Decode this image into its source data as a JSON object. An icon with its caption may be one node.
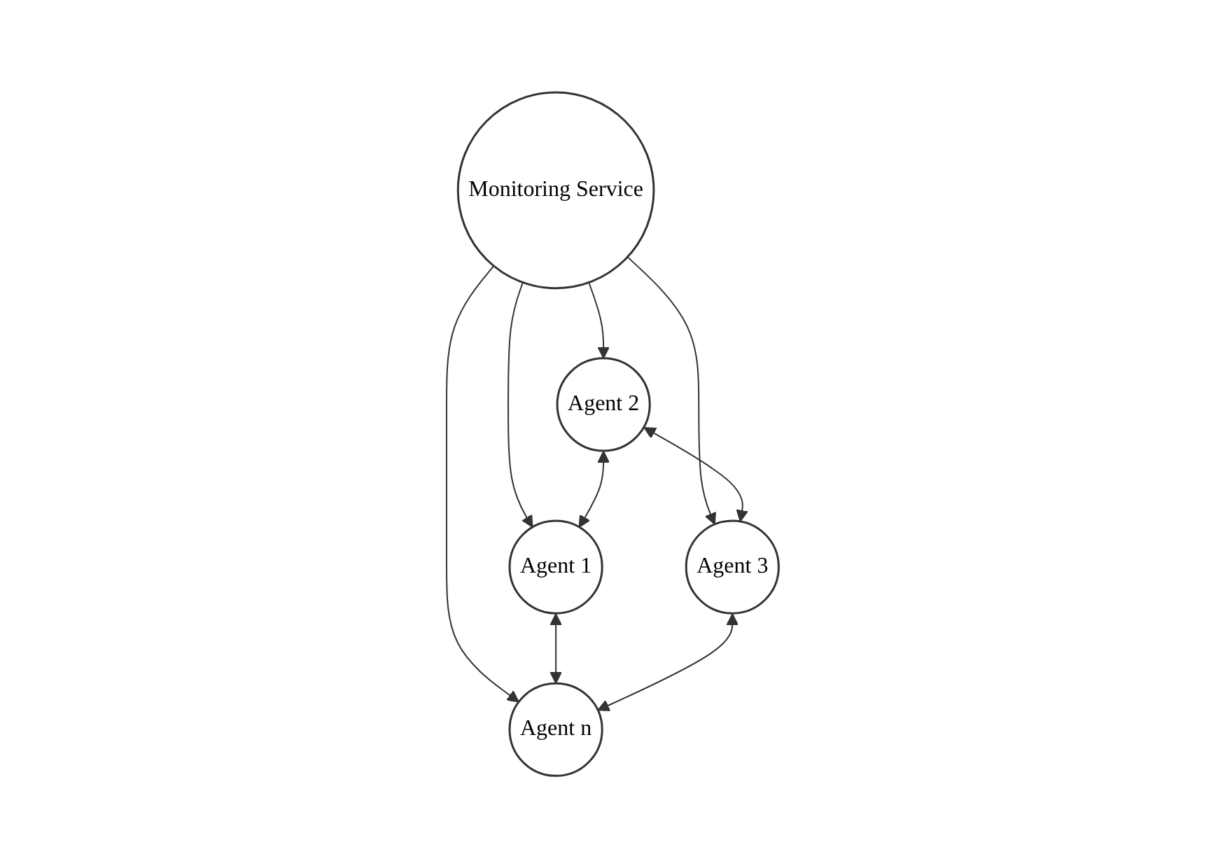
{
  "diagram": {
    "nodes": [
      {
        "text": [
          "Agent 1"
        ]
      },
      {
        "text": [
          "Agent 2"
        ]
      },
      {
        "text": [
          "Monitoring Service"
        ]
      },
      {
        "text": [
          "Agent n"
        ]
      },
      {
        "text": [
          "Agent 3"
        ]
      }
    ],
    "edges": [
      {
        "from": 2,
        "to": 0,
        "arrow": "to"
      },
      {
        "from": 2,
        "to": 1,
        "arrow": "to"
      },
      {
        "from": 2,
        "to": 3,
        "arrow": "to"
      },
      {
        "from": 2,
        "to": 4,
        "arrow": "to"
      },
      {
        "from": 1,
        "to": 0,
        "arrow": "both"
      },
      {
        "from": 0,
        "to": 3,
        "arrow": "both"
      },
      {
        "from": 1,
        "to": 4,
        "arrow": "both"
      },
      {
        "from": 4,
        "to": 3,
        "arrow": "both"
      }
    ]
  }
}
